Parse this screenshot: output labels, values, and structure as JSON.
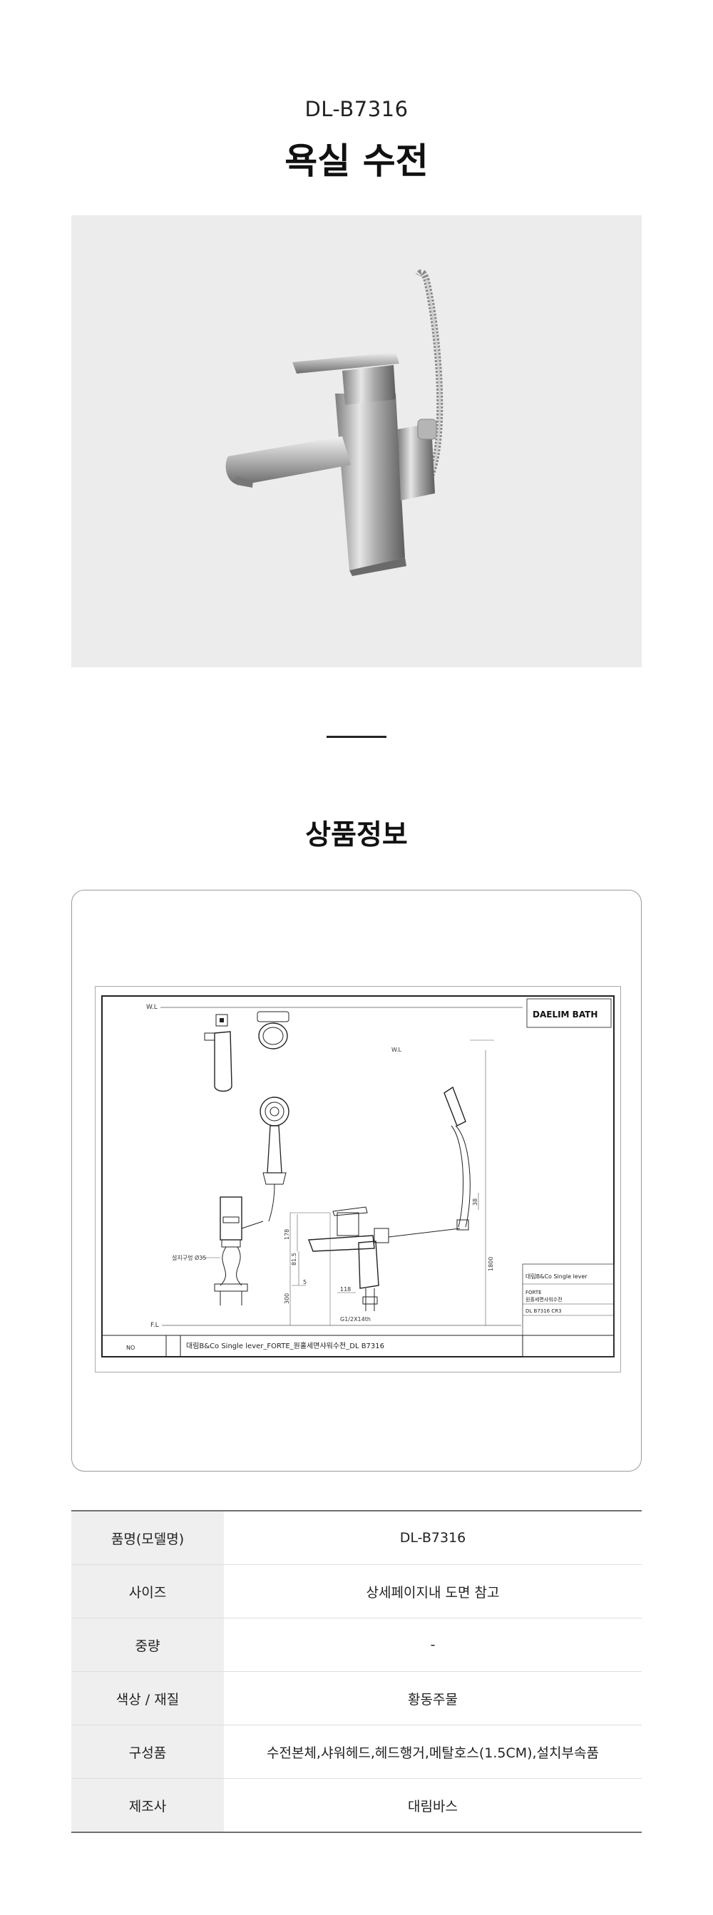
{
  "header": {
    "model_code": "DL-B7316",
    "title": "욕실 수전"
  },
  "section": {
    "title": "상품정보"
  },
  "drawing": {
    "label_wl": "W.L",
    "label_fl": "F.L",
    "label_hole": "설치구멍 Ø35",
    "label_thread": "G1/2X14th",
    "dim_178": "178",
    "dim_815": "81.5",
    "dim_5": "5",
    "dim_118": "118",
    "dim_300": "300",
    "dim_1800": "1800",
    "dim_38": "38",
    "titleblock_project": "대림B&Co Single lever",
    "titleblock_name": "FORTE",
    "titleblock_desc": "원홀세면샤워수전",
    "titleblock_code": "DL B7316 CR3",
    "footer_no": "NO",
    "footer_title": "대림B&Co Single lever_FORTE_원홀세면샤워수전_DL B7316",
    "logo_text": "DAELIM BATH"
  },
  "specs": [
    {
      "label": "품명(모델명)",
      "value": "DL-B7316"
    },
    {
      "label": "사이즈",
      "value": "상세페이지내 도면 참고"
    },
    {
      "label": "중량",
      "value": "-"
    },
    {
      "label": "색상 / 재질",
      "value": "황동주물"
    },
    {
      "label": "구성품",
      "value": "수전본체,샤워헤드,헤드행거,메탈호스(1.5CM),설치부속품"
    },
    {
      "label": "제조사",
      "value": "대림바스"
    }
  ]
}
